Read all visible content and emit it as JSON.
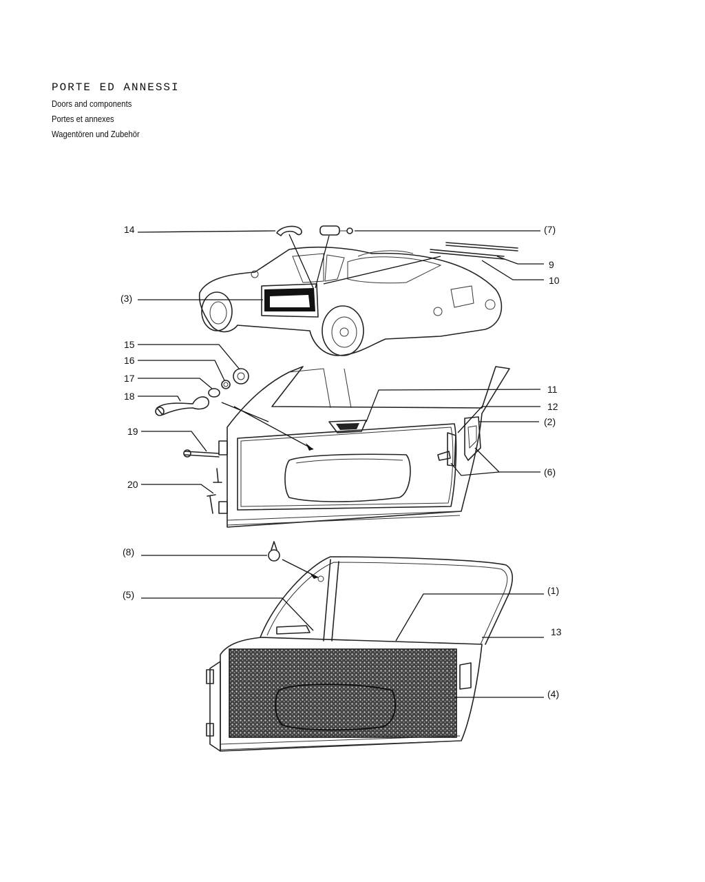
{
  "header": {
    "title": "PORTE ED ANNESSI",
    "subtitle_en": "Doors and components",
    "subtitle_fr": "Portes et annexes",
    "subtitle_de": "Wagentören und Zubehör"
  },
  "callouts": {
    "c14": "14",
    "c7": "(7)",
    "c9": "9",
    "c10": "10",
    "c3": "(3)",
    "c15": "15",
    "c16": "16",
    "c17": "17",
    "c18": "18",
    "c19": "19",
    "c20": "20",
    "c11": "11",
    "c12": "12",
    "c2": "(2)",
    "c6": "(6)",
    "c8": "(8)",
    "c5": "(5)",
    "c1": "(1)",
    "c13": "13",
    "c4": "(4)"
  }
}
